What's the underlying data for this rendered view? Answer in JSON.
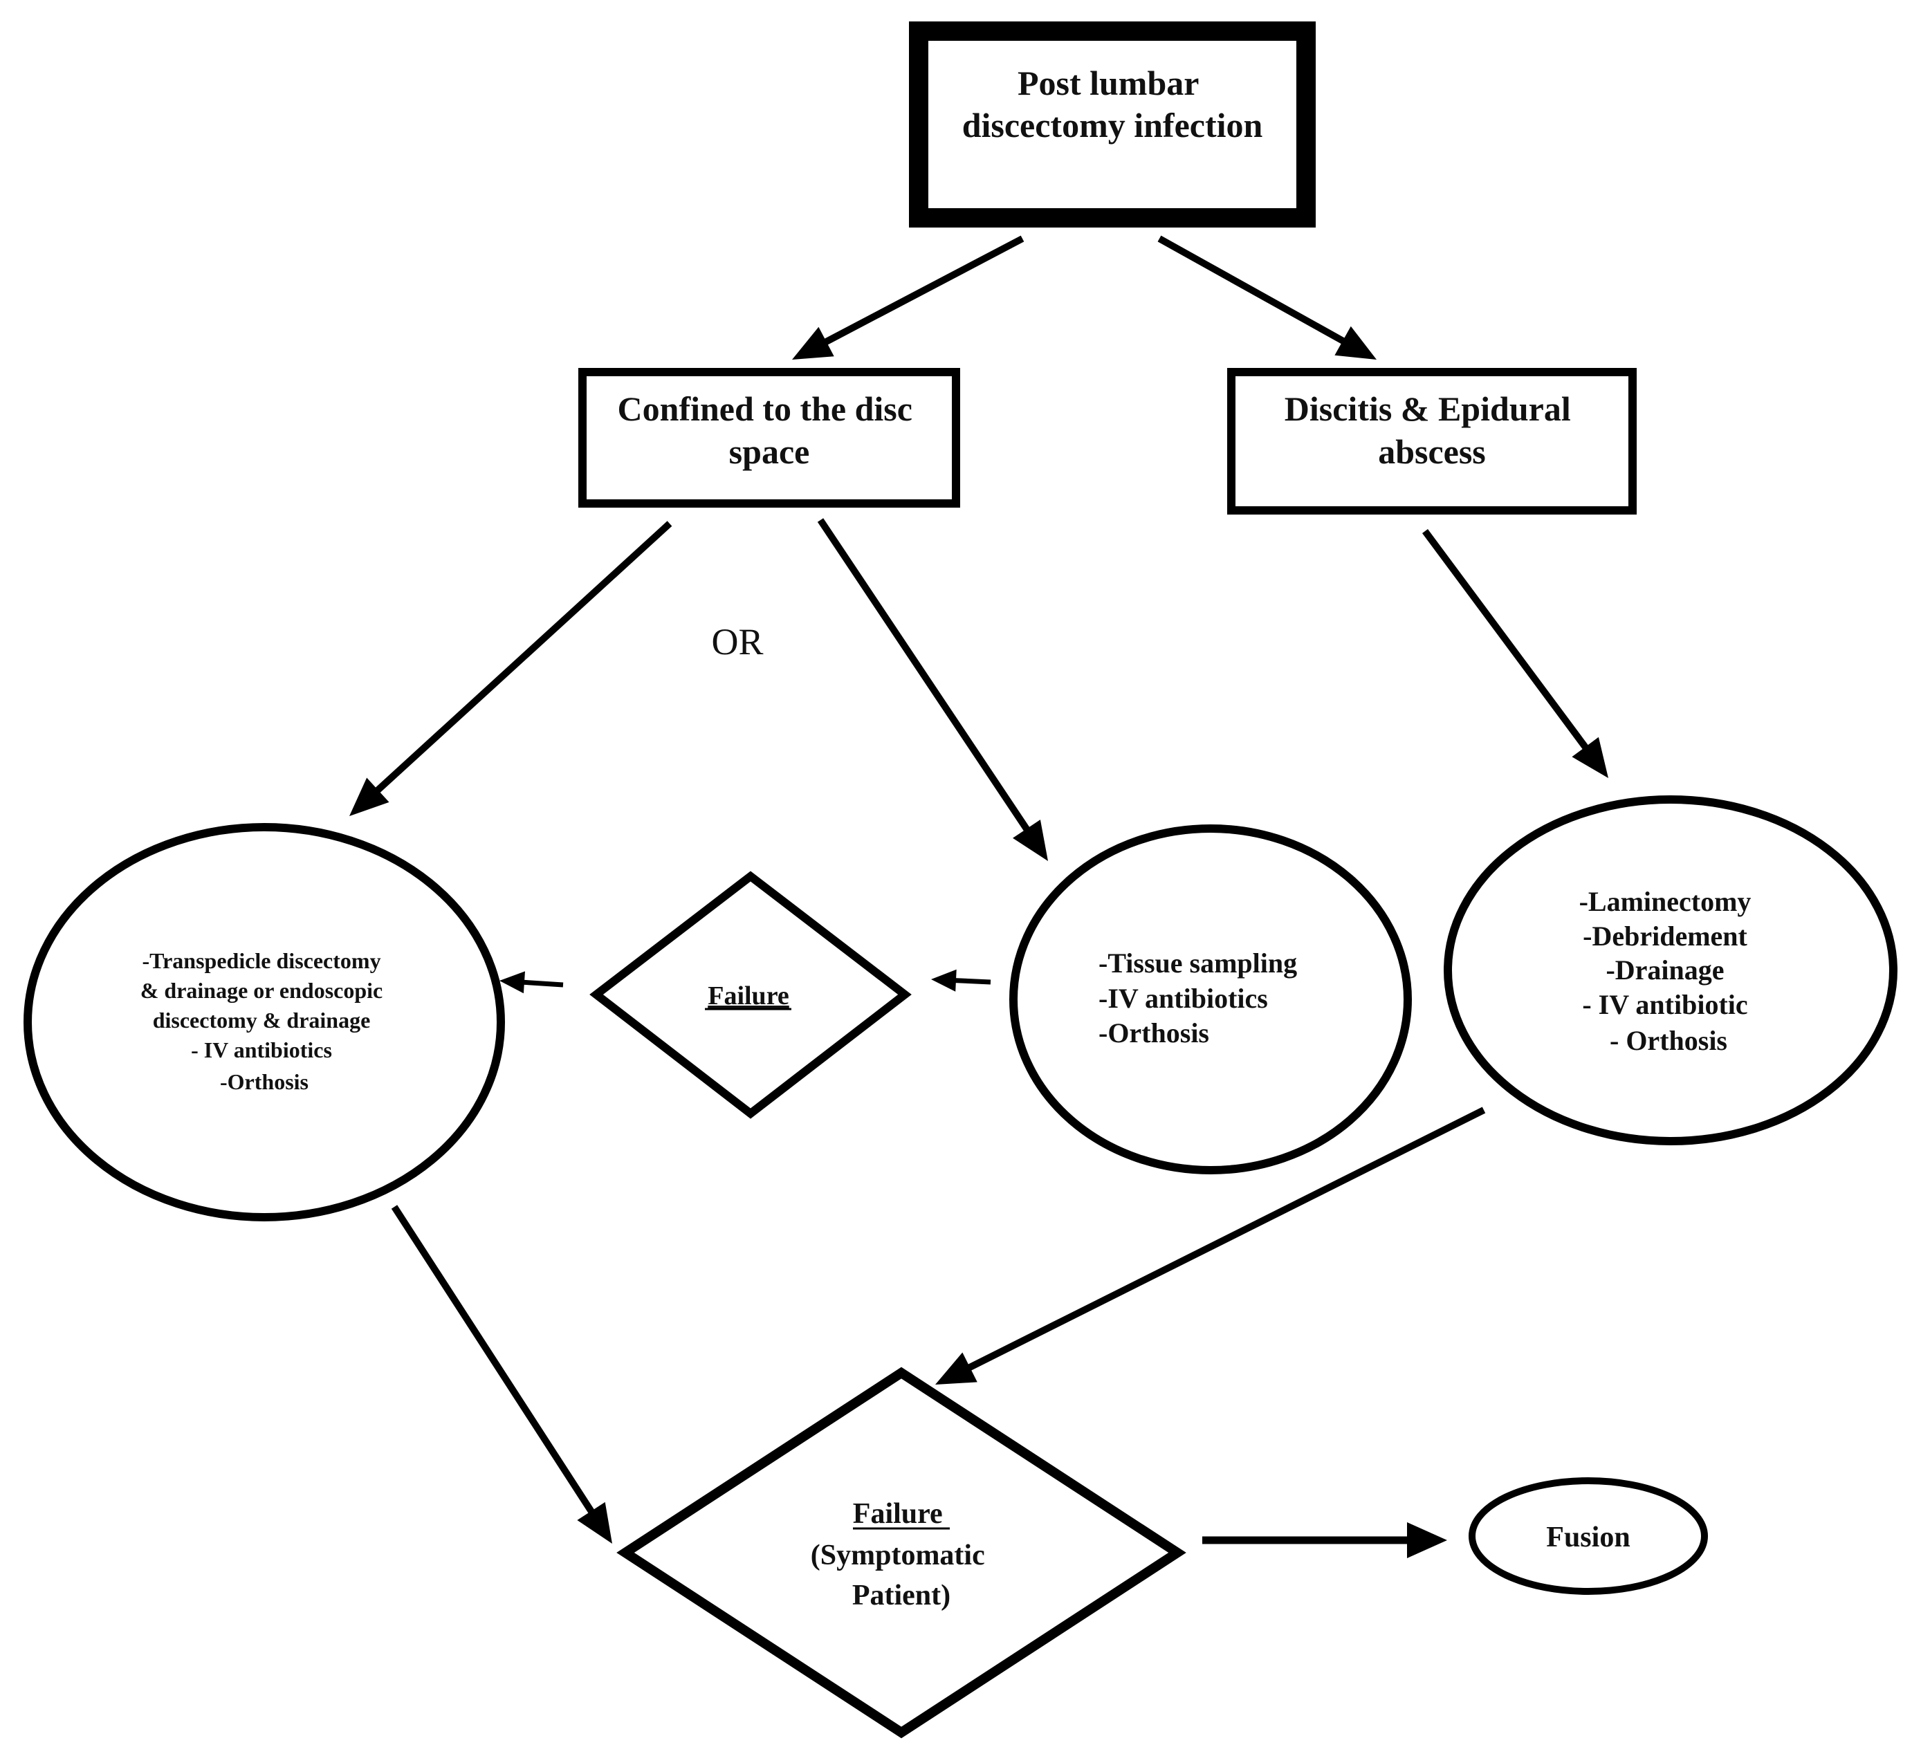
{
  "nodes": {
    "root": {
      "lines": [
        "Post lumbar",
        "discectomy infection"
      ]
    },
    "confined": {
      "lines": [
        "Confined to the disc",
        "space"
      ]
    },
    "discitis": {
      "lines": [
        "Discitis & Epidural",
        "abscess"
      ]
    },
    "transpedicle": {
      "lines": [
        "-Transpedicle discectomy",
        "& drainage or endoscopic",
        "discectomy & drainage",
        "- IV antibiotics",
        "-Orthosis"
      ]
    },
    "failure_small": {
      "lines": [
        "Failure"
      ]
    },
    "tissue": {
      "lines": [
        "-Tissue sampling",
        "-IV antibiotics",
        "-Orthosis"
      ]
    },
    "laminectomy": {
      "lines": [
        "-Laminectomy",
        "-Debridement",
        "-Drainage",
        "- IV antibiotic",
        "- Orthosis"
      ]
    },
    "failure_big": {
      "lines": [
        "Failure",
        "(Symptomatic",
        "Patient)"
      ]
    },
    "fusion": {
      "lines": [
        "Fusion"
      ]
    }
  },
  "or_label": "OR"
}
